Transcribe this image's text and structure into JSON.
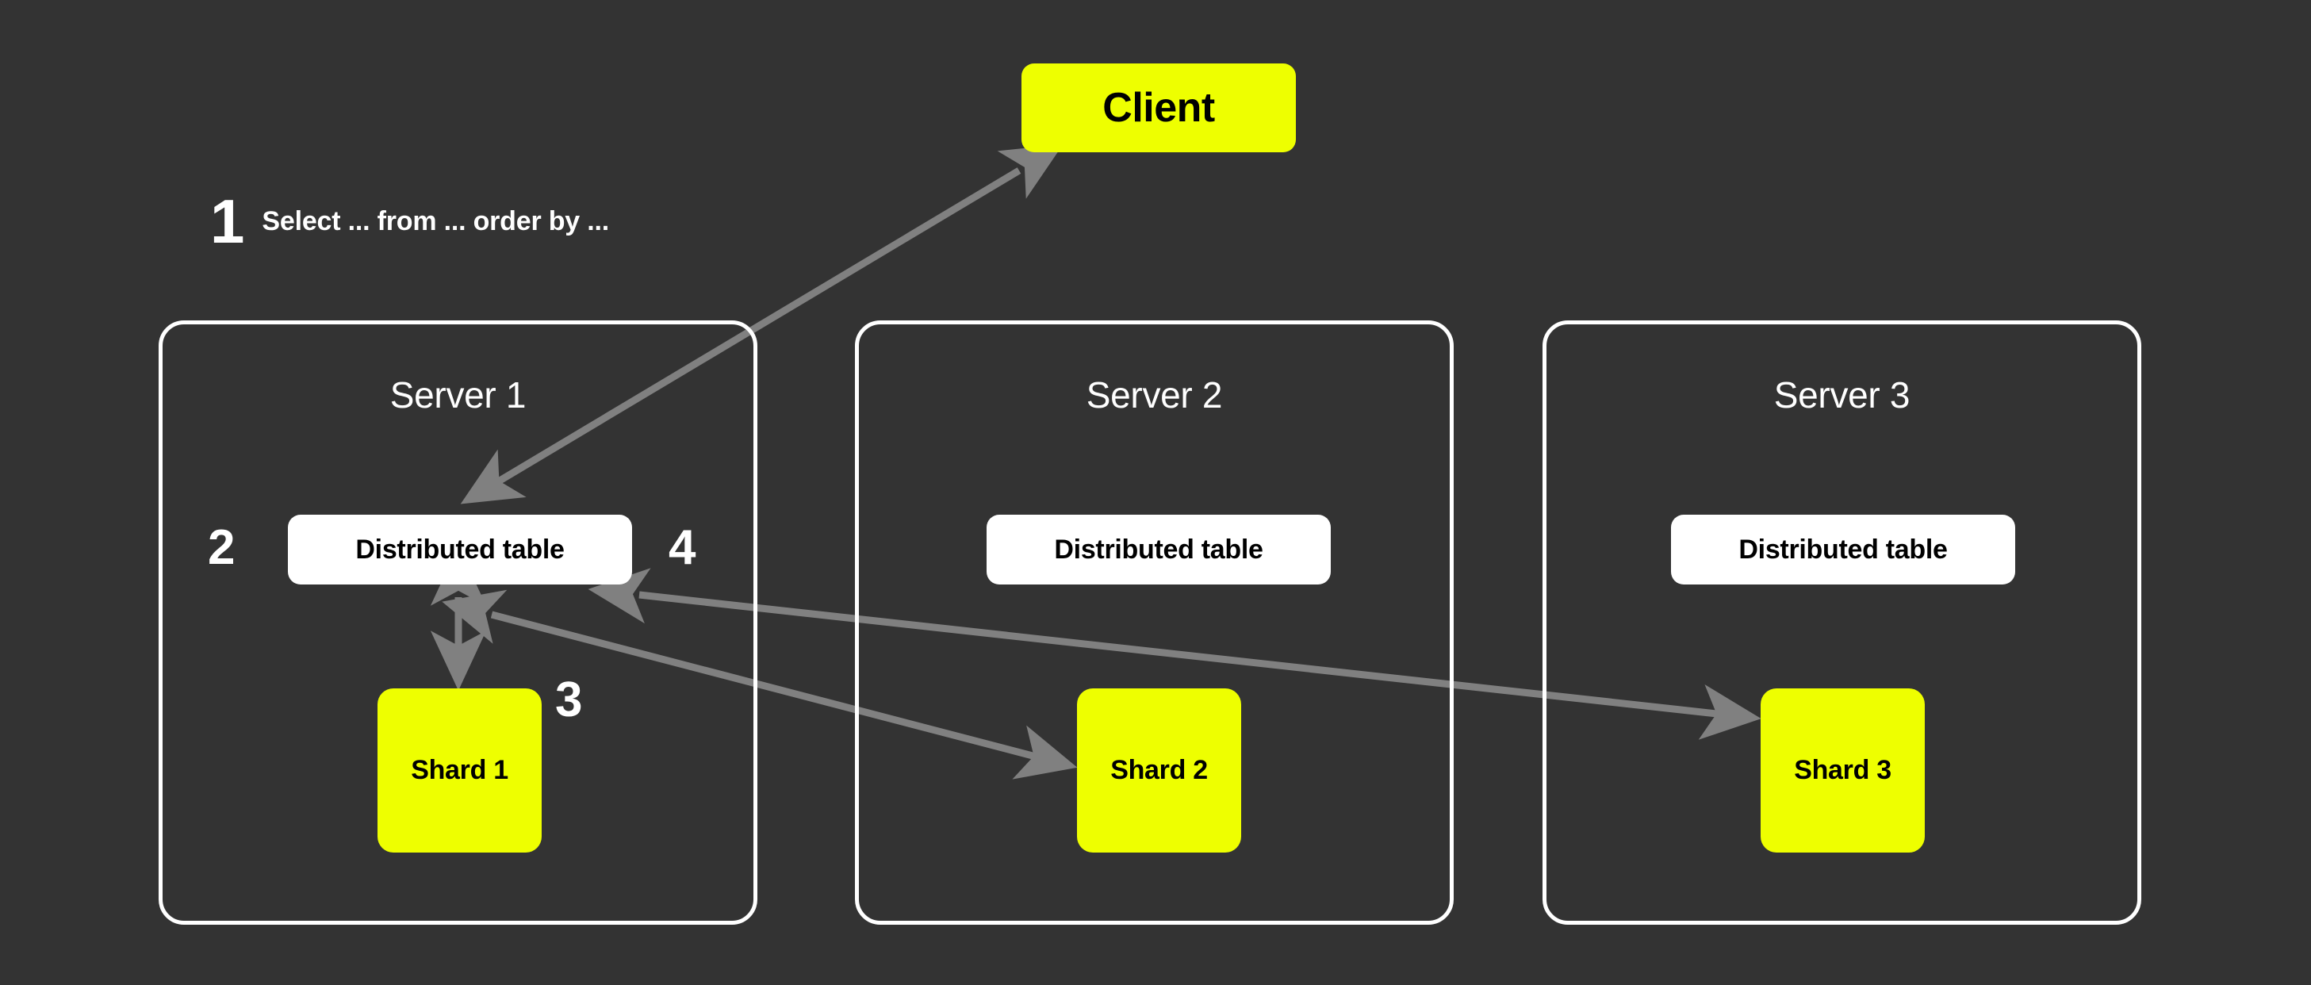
{
  "diagram": {
    "title": "ClickHouse distributed query over sharded cluster",
    "background_color": "#333333",
    "accent_color": "#EEFF00",
    "panel_border_color": "#FFFFFF",
    "arrow_color": "#808080",
    "node_text_color": "#000000",
    "label_text_color": "#FFFFFF"
  },
  "client": {
    "label": "Client"
  },
  "step_one": {
    "number": "1",
    "text": "Select ... from ... order by ..."
  },
  "steps": {
    "two": "2",
    "three": "3",
    "four": "4"
  },
  "servers": [
    {
      "title": "Server 1",
      "distributed_table": "Distributed table",
      "shard": "Shard 1"
    },
    {
      "title": "Server 2",
      "distributed_table": "Distributed table",
      "shard": "Shard 2"
    },
    {
      "title": "Server 3",
      "distributed_table": "Distributed table",
      "shard": "Shard 3"
    }
  ],
  "arrows": [
    {
      "name": "client-to-distributed-table-1",
      "from": "Client",
      "to": "Distributed table (Server 1)",
      "direction": "bidirectional",
      "step": "1"
    },
    {
      "name": "distributed-table-1-to-shard-1",
      "from": "Distributed table (Server 1)",
      "to": "Shard 1",
      "direction": "bidirectional",
      "step": "2"
    },
    {
      "name": "distributed-table-1-to-shard-2",
      "from": "Distributed table (Server 1)",
      "to": "Shard 2",
      "direction": "bidirectional",
      "step": "3"
    },
    {
      "name": "distributed-table-1-to-shard-3",
      "from": "Distributed table (Server 1)",
      "to": "Shard 3",
      "direction": "bidirectional",
      "step": "4"
    }
  ]
}
